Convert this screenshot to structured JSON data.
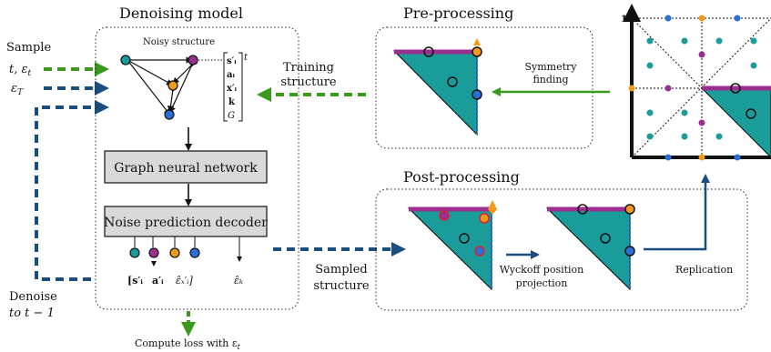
{
  "titles": {
    "denoising_model": "Denoising model",
    "pre_processing": "Pre-processing",
    "post_processing": "Post-processing"
  },
  "left_labels": {
    "sample": "Sample",
    "t_eps": "t, ε",
    "t_eps_sub": "t",
    "eps_T": "ε",
    "eps_T_sub": "T",
    "denoise": "Denoise",
    "to_t_minus_1": "to t − 1",
    "compute_loss": "Compute loss with ε",
    "compute_loss_sub": "t"
  },
  "model": {
    "noisy_structure": "Noisy structure",
    "gnn_label": "Graph neural network",
    "decoder_label": "Noise prediction decoder",
    "vector_entries": [
      "s′ᵢ",
      "aᵢ",
      "x′ᵢ",
      "k",
      "G"
    ],
    "vector_superscript": "t",
    "output_entries": [
      "[s′ᵢ",
      "a′ᵢ",
      "ε̂ₓ′ᵢ]",
      "ε̂ₖ"
    ]
  },
  "arrows": {
    "training_structure_1": "Training",
    "training_structure_2": "structure",
    "symmetry_finding_1": "Symmetry",
    "symmetry_finding_2": "finding",
    "sampled_structure_1": "Sampled",
    "sampled_structure_2": "structure",
    "wyckoff_1": "Wyckoff position",
    "wyckoff_2": "projection",
    "replication": "Replication"
  },
  "lattice": {
    "axis_tick": "1"
  },
  "colors": {
    "teal": "#1a9d9a",
    "purple": "#9b2e8f",
    "orange": "#f39a1d",
    "blue": "#2a6fd6",
    "dark_blue": "#1a4e80",
    "green": "#3a9a1d",
    "gray_box": "#d9d9d9"
  }
}
